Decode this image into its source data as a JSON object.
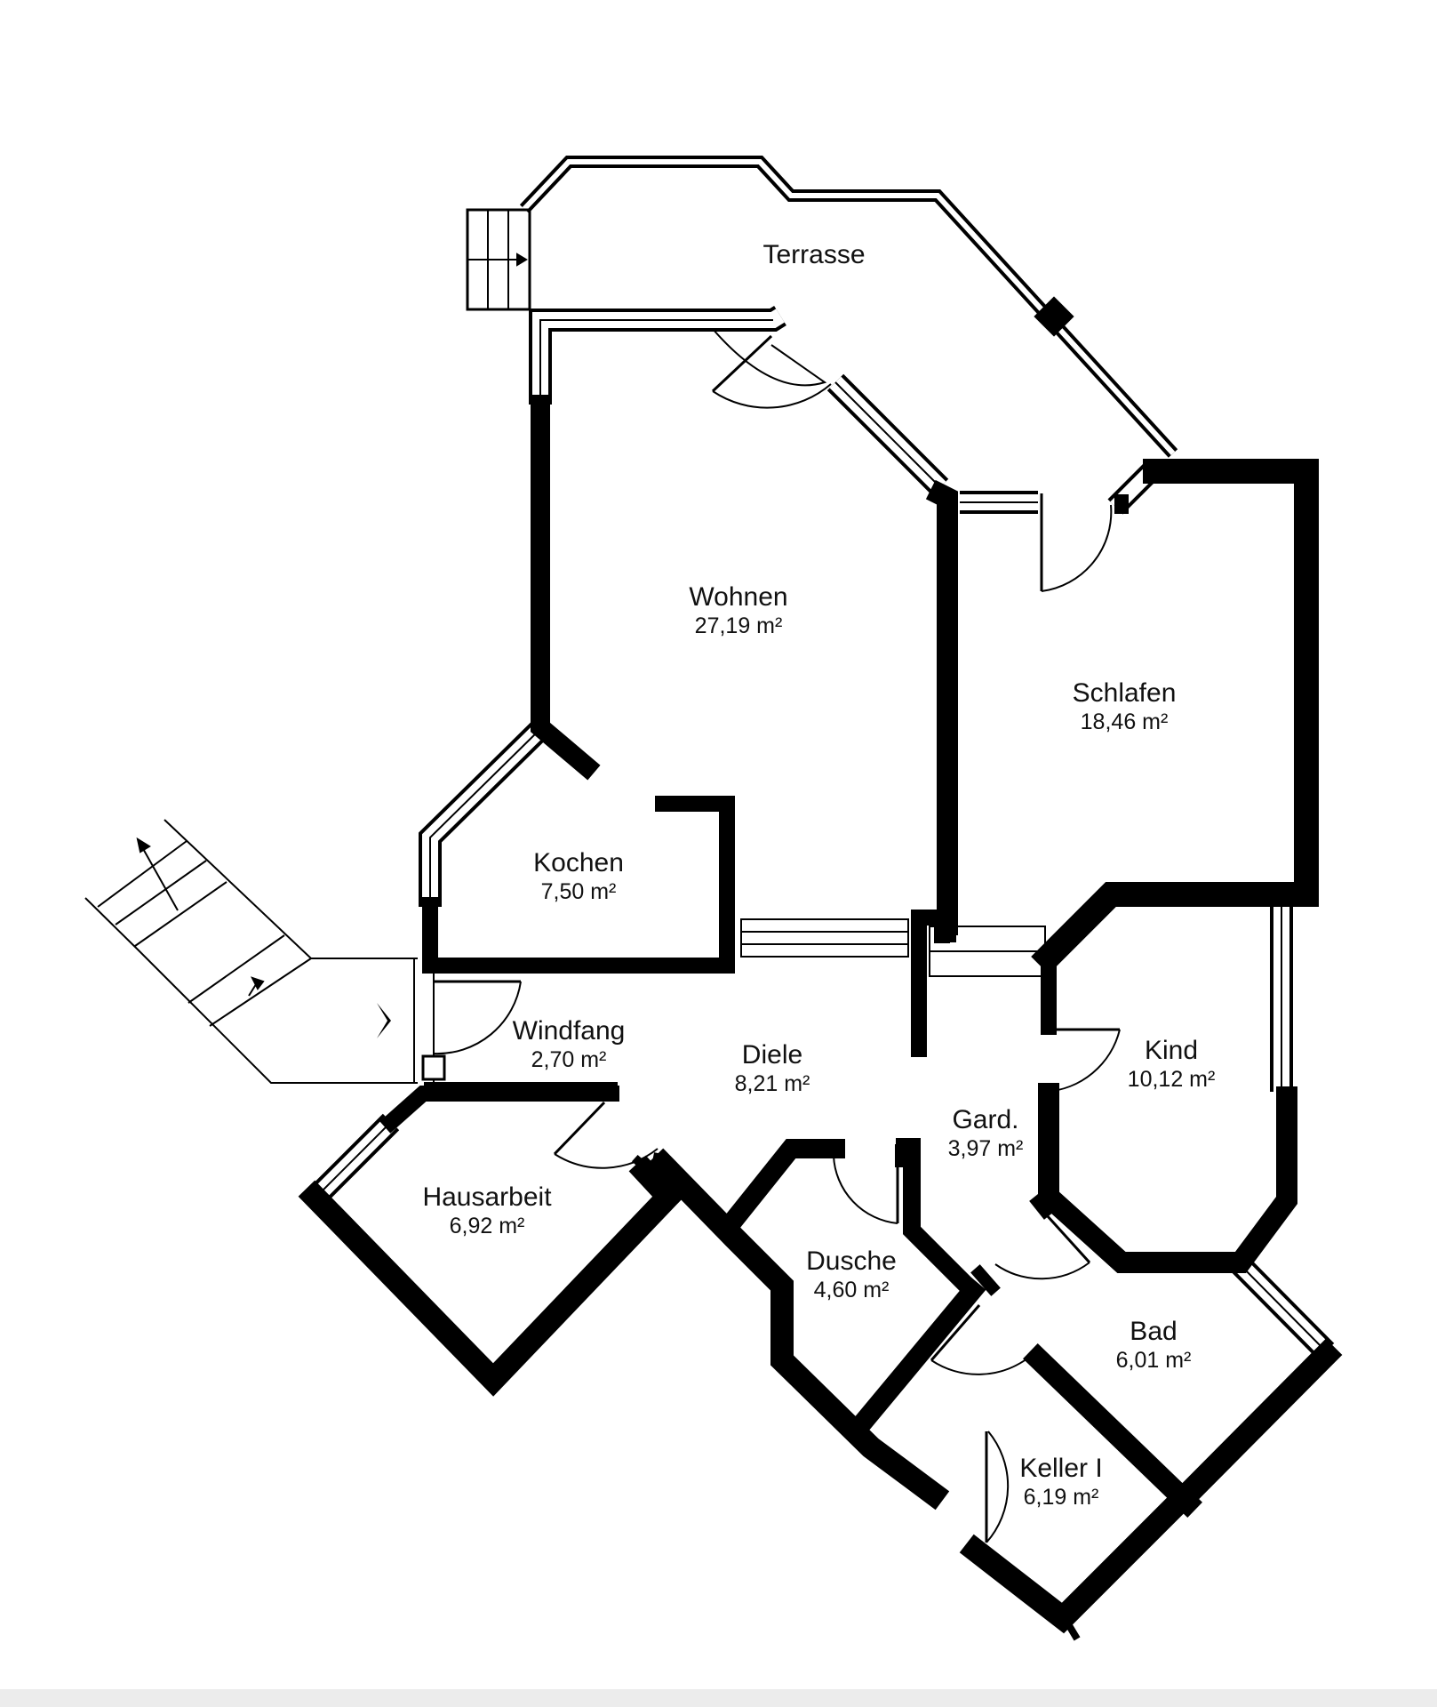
{
  "colors": {
    "wall": "#000000",
    "window_frame": "#000000",
    "window_fill": "#ffffff",
    "background": "#ffffff",
    "text": "#111111"
  },
  "rooms": [
    {
      "id": "terrasse",
      "name": "Terrasse",
      "area": ""
    },
    {
      "id": "wohnen",
      "name": "Wohnen",
      "area": "27,19 m²"
    },
    {
      "id": "schlafen",
      "name": "Schlafen",
      "area": "18,46 m²"
    },
    {
      "id": "kochen",
      "name": "Kochen",
      "area": "7,50 m²"
    },
    {
      "id": "windfang",
      "name": "Windfang",
      "area": "2,70 m²"
    },
    {
      "id": "diele",
      "name": "Diele",
      "area": "8,21 m²"
    },
    {
      "id": "kind",
      "name": "Kind",
      "area": "10,12 m²"
    },
    {
      "id": "gard",
      "name": "Gard.",
      "area": "3,97 m²"
    },
    {
      "id": "hausarbeit",
      "name": "Hausarbeit",
      "area": "6,92 m²"
    },
    {
      "id": "dusche",
      "name": "Dusche",
      "area": "4,60 m²"
    },
    {
      "id": "bad",
      "name": "Bad",
      "area": "6,01 m²"
    },
    {
      "id": "keller",
      "name": "Keller I",
      "area": "6,19 m²"
    }
  ]
}
